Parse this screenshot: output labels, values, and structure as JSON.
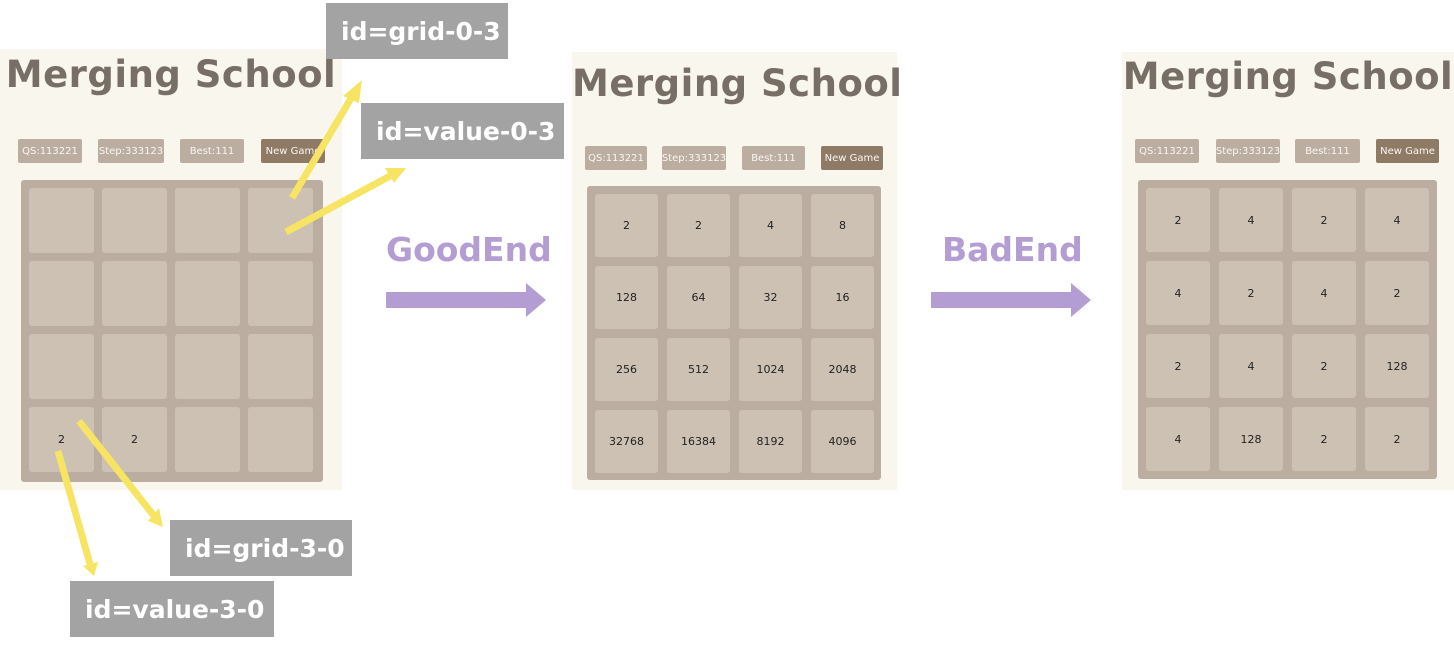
{
  "panels": {
    "initial": {
      "title": "Merging School",
      "qs_label": "QS:113221",
      "step_label": "Step:333123",
      "best_label": "Best:111",
      "new_game_label": "New Game",
      "grid": [
        [
          "",
          "",
          "",
          ""
        ],
        [
          "",
          "",
          "",
          ""
        ],
        [
          "",
          "",
          "",
          ""
        ],
        [
          "2",
          "2",
          "",
          ""
        ]
      ]
    },
    "good_end": {
      "title": "Merging School",
      "qs_label": "QS:113221",
      "step_label": "Step:333123",
      "best_label": "Best:111",
      "new_game_label": "New Game",
      "grid": [
        [
          "2",
          "2",
          "4",
          "8"
        ],
        [
          "128",
          "64",
          "32",
          "16"
        ],
        [
          "256",
          "512",
          "1024",
          "2048"
        ],
        [
          "32768",
          "16384",
          "8192",
          "4096"
        ]
      ]
    },
    "bad_end": {
      "title": "Merging School",
      "qs_label": "QS:113221",
      "step_label": "Step:333123",
      "best_label": "Best:111",
      "new_game_label": "New Game",
      "grid": [
        [
          "2",
          "4",
          "2",
          "4"
        ],
        [
          "4",
          "2",
          "4",
          "2"
        ],
        [
          "2",
          "4",
          "2",
          "128"
        ],
        [
          "4",
          "128",
          "2",
          "2"
        ]
      ]
    }
  },
  "transitions": {
    "good_end": "GoodEnd",
    "bad_end": "BadEnd"
  },
  "callouts": {
    "grid_0_3": "id=grid-0-3",
    "value_0_3": "id=value-0-3",
    "grid_3_0": "id=grid-3-0",
    "value_3_0": "id=value-3-0"
  },
  "colors": {
    "panel_bg": "#f9f6ed",
    "title": "#776e65",
    "stat_bg": "#bbada0",
    "new_game_bg": "#8f7a66",
    "board_bg": "#bbada0",
    "cell_bg": "#cdc1b4",
    "transition": "#b39dd2",
    "callout_bg": "#a3a3a3",
    "pointer": "#f7e463"
  }
}
